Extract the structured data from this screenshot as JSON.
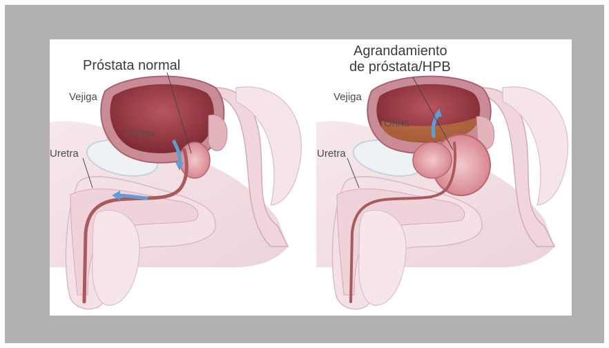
{
  "colors": {
    "frame": "#b1b1b1",
    "tissue": "#f1dde3",
    "tissue_dark": "#e2c4cc",
    "bladder_wall": "#c98c96",
    "bladder_inner": "#9a3b45",
    "prostate": "#d9868f",
    "urethra": "#a85a5f",
    "urine_arrow": "#5b9fd6"
  },
  "left_panel": {
    "title": "Próstata normal",
    "bladder_label": "Vejiga",
    "urine_label": "Orina",
    "urethra_label": "Uretra"
  },
  "right_panel": {
    "title_line1": "Agrandamiento",
    "title_line2": "de próstata/HPB",
    "bladder_label": "Vejiga",
    "urine_label": "Orina",
    "urethra_label": "Uretra"
  }
}
